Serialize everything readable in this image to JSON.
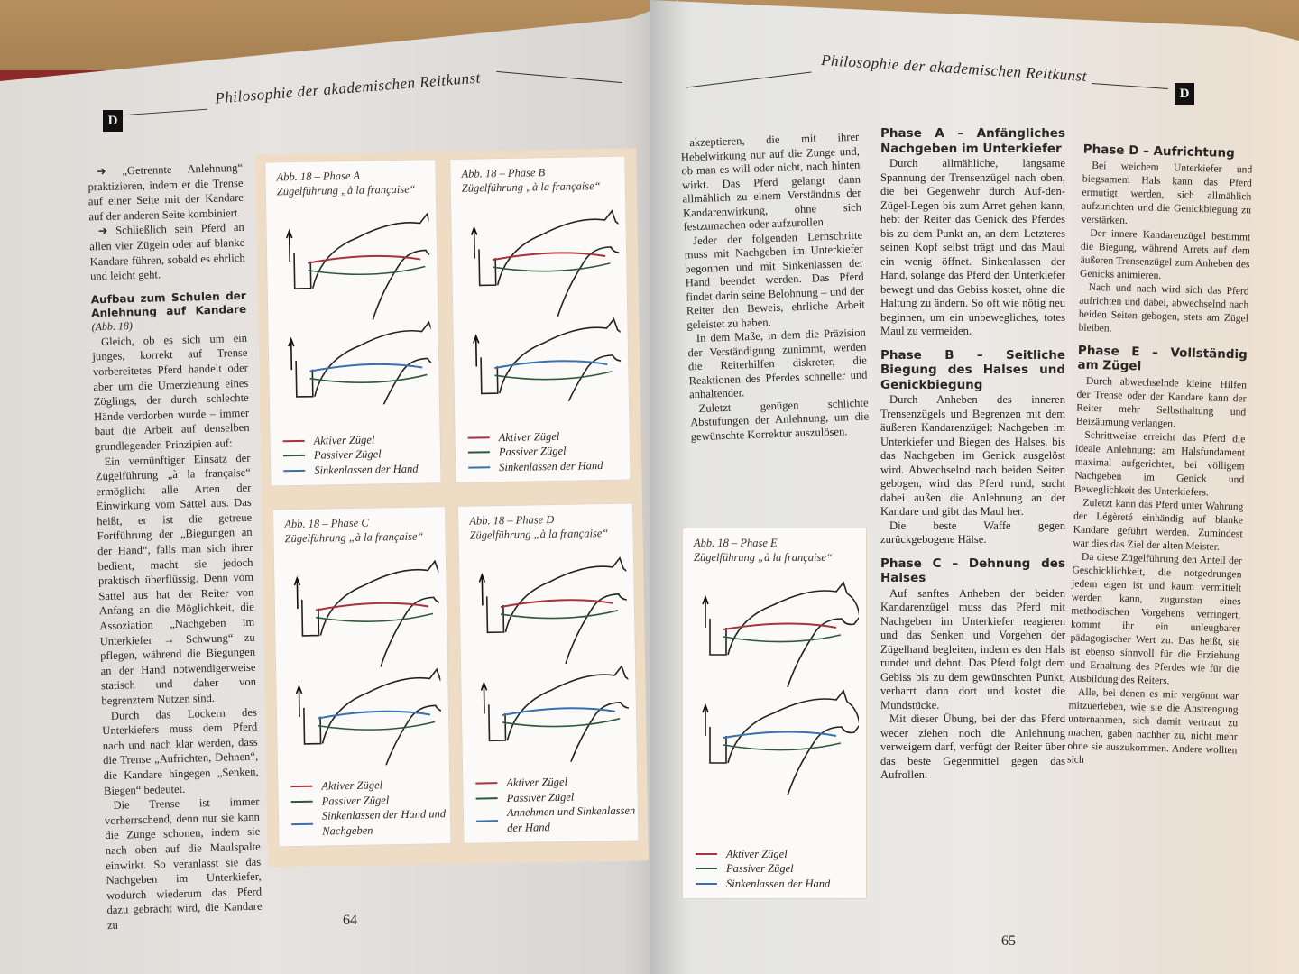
{
  "running_head": "Philosophie der akademischen Reitkunst",
  "chapter_letter": "D",
  "colors": {
    "active": "#a8323a",
    "passive": "#2f5a3a",
    "sink": "#3a6fb0"
  },
  "left_page": {
    "page_number": "64",
    "column": [
      {
        "type": "p",
        "text": "➜ „Getrennte Anlehnung“ praktizieren, indem er die Trense auf einer Seite mit der Kandare auf der anderen Seite kombiniert."
      },
      {
        "type": "p",
        "text": "➜ Schließlich sein Pferd an allen vier Zügeln oder auf blanke Kandare führen, sobald es ehrlich und leicht geht."
      },
      {
        "type": "h",
        "text": "Aufbau zum Schulen der Anlehnung auf Kandare",
        "ref": "(Abb. 18)"
      },
      {
        "type": "p",
        "text": "Gleich, ob es sich um ein junges, korrekt auf Trense vorbereitetes Pferd handelt oder aber um die Umerziehung eines Zöglings, der durch schlechte Hände verdorben wurde – immer baut die Arbeit auf denselben grundlegenden Prinzipien auf:"
      },
      {
        "type": "p",
        "text": "Ein vernünftiger Einsatz der Zügelführung „à la française“ ermöglicht alle Arten der Einwirkung vom Sattel aus. Das heißt, er ist die getreue Fortführung der „Biegungen an der Hand“, falls man sich ihrer bedient, macht sie jedoch praktisch überflüssig. Denn vom Sattel aus hat der Reiter von Anfang an die Möglichkeit, die Assoziation „Nachgeben im Unterkiefer → Schwung“ zu pflegen, während die Biegungen an der Hand notwendigerweise statisch und daher von begrenztem Nutzen sind."
      },
      {
        "type": "p",
        "text": "Durch das Lockern des Unterkiefers muss dem Pferd nach und nach klar werden, dass die Trense „Aufrichten, Dehnen“, die Kandare hingegen „Senken, Biegen“ bedeutet."
      },
      {
        "type": "p",
        "text": "Die Trense ist immer vorherrschend, denn nur sie kann die Zunge schonen, indem sie nach oben auf die Maulspalte einwirkt. So veranlasst sie das Nachgeben im Unterkiefer, wodurch wiederum das Pferd dazu gebracht wird, die Kandare zu"
      }
    ],
    "figures": [
      {
        "title": "Abb. 18 – Phase A",
        "subtitle": "Zügelführung „à la française“",
        "legend": [
          "Aktiver Zügel",
          "Passiver Zügel",
          "Sinkenlassen der Hand"
        ]
      },
      {
        "title": "Abb. 18 – Phase B",
        "subtitle": "Zügelführung „à la française“",
        "legend": [
          "Aktiver Zügel",
          "Passiver Zügel",
          "Sinkenlassen der Hand"
        ]
      },
      {
        "title": "Abb. 18 – Phase C",
        "subtitle": "Zügelführung „à la française“",
        "legend": [
          "Aktiver Zügel",
          "Passiver Zügel",
          "Sinkenlassen der Hand und Nachgeben"
        ]
      },
      {
        "title": "Abb. 18 – Phase D",
        "subtitle": "Zügelführung „à la française“",
        "legend": [
          "Aktiver Zügel",
          "Passiver Zügel",
          "Annehmen und Sinkenlassen der Hand"
        ]
      }
    ]
  },
  "right_page": {
    "page_number": "65",
    "column1": [
      {
        "type": "p",
        "text": "akzeptieren, die mit ihrer Hebelwirkung nur auf die Zunge und, ob man es will oder nicht, nach hinten wirkt. Das Pferd gelangt dann allmählich zu einem Verständnis der Kandarenwirkung, ohne sich festzumachen oder aufzurollen."
      },
      {
        "type": "p",
        "text": "Jeder der folgenden Lernschritte muss mit Nachgeben im Unterkiefer begonnen und mit Sinkenlassen der Hand beendet werden. Das Pferd findet darin seine Belohnung – und der Reiter den Beweis, ehrliche Arbeit geleistet zu haben."
      },
      {
        "type": "p",
        "text": "In dem Maße, in dem die Präzision der Verständigung zunimmt, werden die Reiterhilfen diskreter, die Reaktionen des Pferdes schneller und anhaltender."
      },
      {
        "type": "p",
        "text": "Zuletzt genügen schlichte Abstufungen der Anlehnung, um die gewünschte Korrektur auszulösen."
      }
    ],
    "column2": [
      {
        "type": "h",
        "text": "Phase A – Anfängliches Nachgeben im Unterkiefer"
      },
      {
        "type": "p",
        "text": "Durch allmähliche, langsame Spannung der Trensenzügel nach oben, die bei Gegenwehr durch Auf-den-Zügel-Legen bis zum Arret gehen kann, hebt der Reiter das Genick des Pferdes bis zu dem Punkt an, an dem Letzteres seinen Kopf selbst trägt und das Maul ein wenig öffnet. Sinkenlassen der Hand, solange das Pferd den Unterkiefer bewegt und das Gebiss kostet, ohne die Haltung zu ändern. So oft wie nötig neu beginnen, um ein unbewegliches, totes Maul zu vermeiden."
      },
      {
        "type": "h",
        "text": "Phase B – Seitliche Biegung des Halses und Genickbiegung"
      },
      {
        "type": "p",
        "text": "Durch Anheben des inneren Trensenzügels und Begrenzen mit dem äußeren Kandarenzügel: Nachgeben im Unterkiefer und Biegen des Halses, bis das Nachgeben im Genick ausgelöst wird. Abwechselnd nach beiden Seiten gebogen, wird das Pferd rund, sucht dabei außen die Anlehnung an der Kandare und gibt das Maul her."
      },
      {
        "type": "p",
        "text": "Die beste Waffe gegen zurückgebogene Hälse."
      }
    ],
    "column2b": [
      {
        "type": "h",
        "text": "Phase C – Dehnung des Halses"
      },
      {
        "type": "p",
        "text": "Auf sanftes Anheben der beiden Kandarenzügel muss das Pferd mit Nachgeben im Unterkiefer reagieren und das Senken und Vorgehen der Zügelhand begleiten, indem es den Hals rundet und dehnt. Das Pferd folgt dem Gebiss bis zu dem gewünschten Punkt, verharrt dann dort und kostet die Mundstücke."
      },
      {
        "type": "p",
        "text": "Mit dieser Übung, bei der das Pferd weder ziehen noch die Anlehnung verweigern darf, verfügt der Reiter über das beste Gegenmittel gegen das Aufrollen."
      }
    ],
    "column3": [
      {
        "type": "h",
        "text": "Phase D – Aufrichtung"
      },
      {
        "type": "p",
        "text": "Bei weichem Unterkiefer und biegsamem Hals kann das Pferd ermutigt werden, sich allmählich aufzurichten und die Genickbiegung zu verstärken."
      },
      {
        "type": "p",
        "text": "Der innere Kandarenzügel bestimmt die Biegung, während Arrets auf dem äußeren Trensenzügel zum Anheben des Genicks animieren."
      },
      {
        "type": "p",
        "text": "Nach und nach wird sich das Pferd aufrichten und dabei, abwechselnd nach beiden Seiten gebogen, stets am Zügel bleiben."
      },
      {
        "type": "h",
        "text": "Phase E – Vollständig am Zügel"
      },
      {
        "type": "p",
        "text": "Durch abwechselnde kleine Hilfen der Trense oder der Kandare kann der Reiter mehr Selbsthaltung und Beizäumung verlangen."
      },
      {
        "type": "p",
        "text": "Schrittweise erreicht das Pferd die ideale Anlehnung: am Halsfundament maximal aufgerichtet, bei völligem Nachgeben im Genick und Beweglichkeit des Unterkiefers."
      },
      {
        "type": "p",
        "text": "Zuletzt kann das Pferd unter Wahrung der Légèreté einhändig auf blanke Kandare geführt werden. Zumindest war dies das Ziel der alten Meister."
      },
      {
        "type": "p",
        "text": "Da diese Zügelführung den Anteil der Geschicklichkeit, die notgedrungen jedem eigen ist und kaum vermittelt werden kann, zugunsten eines methodischen Vorgehens verringert, kommt ihr ein unleugbarer pädagogischer Wert zu. Das heißt, sie ist ebenso sinnvoll für die Erziehung und Erhaltung des Pferdes wie für die Ausbildung des Reiters."
      },
      {
        "type": "p",
        "text": "Alle, bei denen es mir vergönnt war mitzuerleben, wie sie die Anstrengung unternahmen, sich damit vertraut zu machen, gaben nachher zu, nicht mehr ohne sie auszukommen. Andere wollten sich"
      }
    ],
    "figure": {
      "title": "Abb. 18 – Phase E",
      "subtitle": "Zügelführung „à la française“",
      "legend": [
        "Aktiver Zügel",
        "Passiver Zügel",
        "Sinkenlassen der Hand"
      ]
    }
  }
}
